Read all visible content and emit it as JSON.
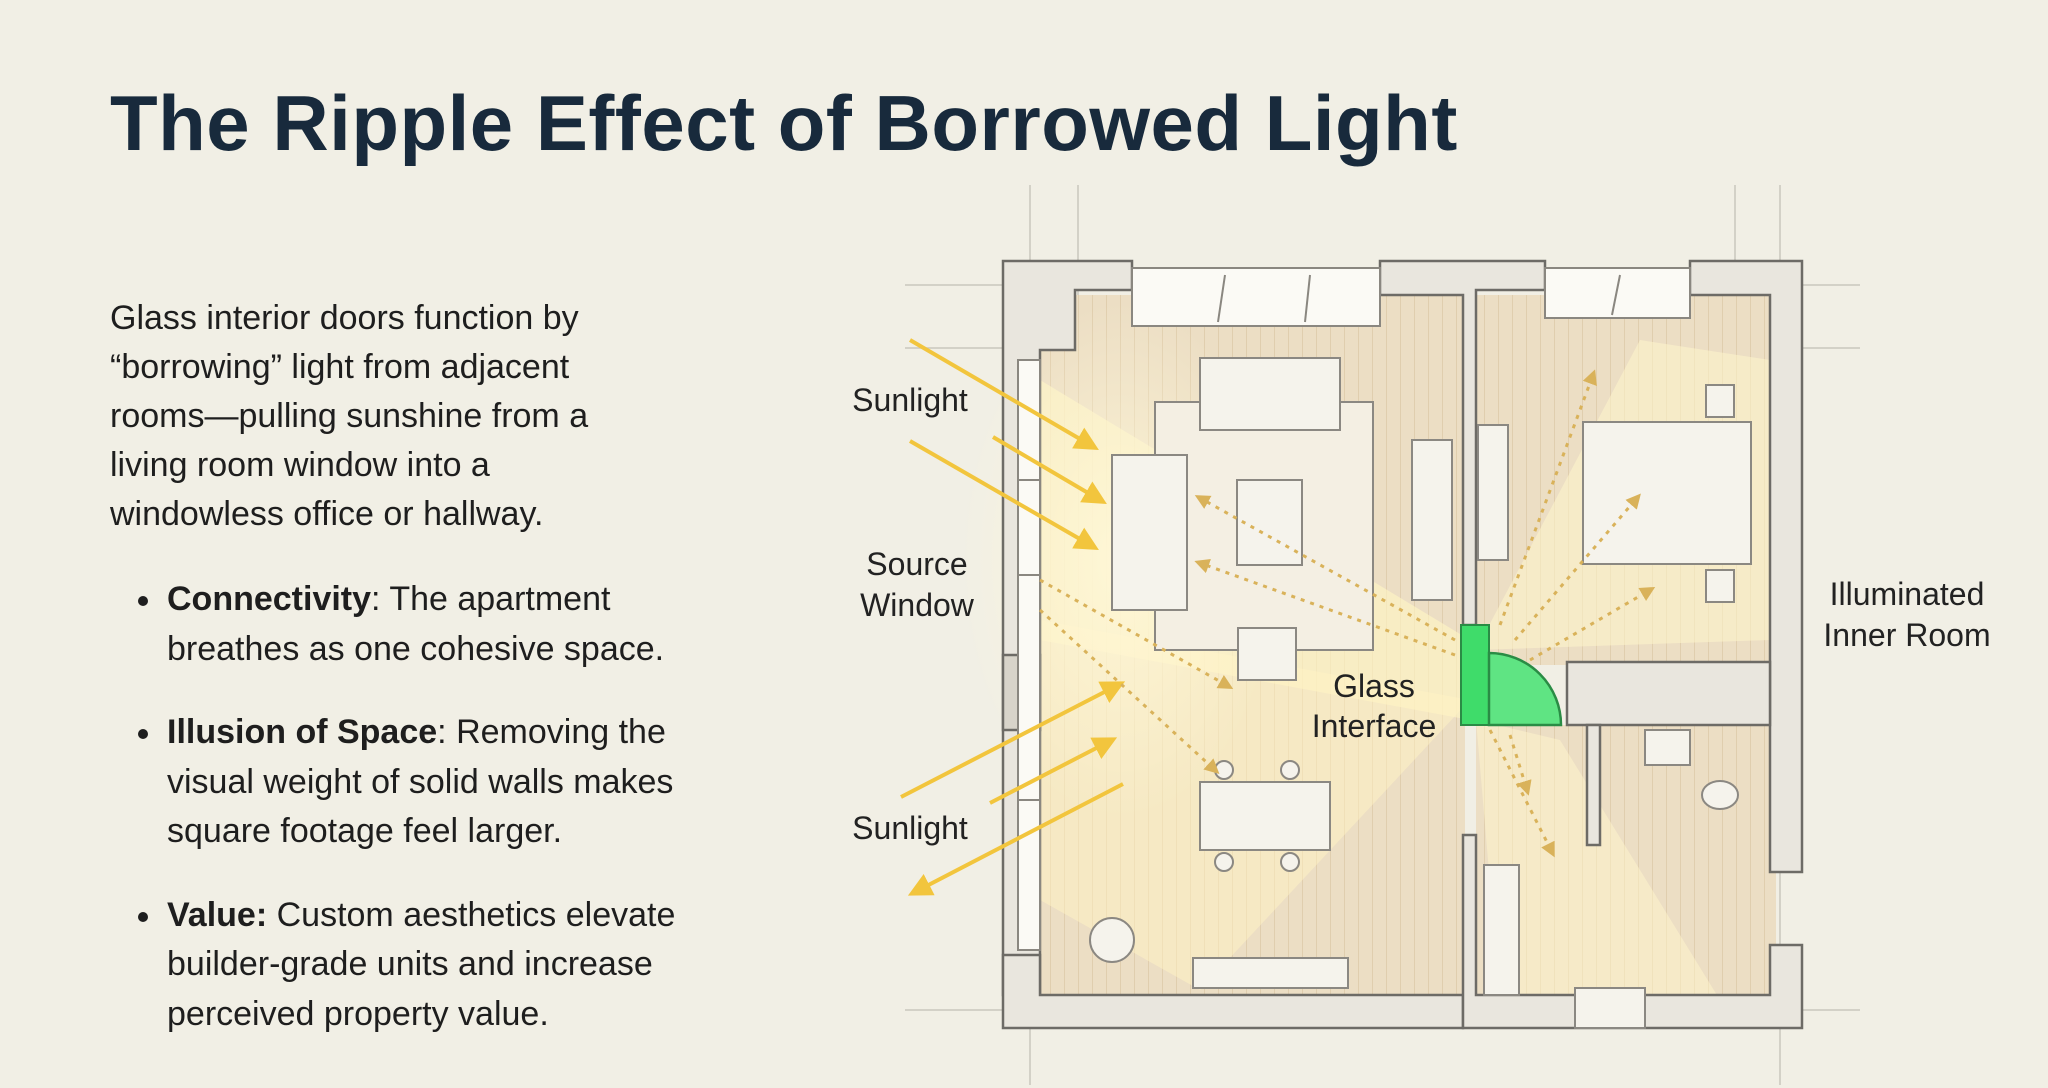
{
  "title": "The Ripple Effect of Borrowed Light",
  "intro": "Glass interior doors function by “borrowing” light from adjacent rooms—pulling sunshine from a living room window into a windowless office or hallway.",
  "bullets": [
    {
      "term": "Connectivity",
      "sep": ":",
      "text": " The apartment breathes as one cohesive space."
    },
    {
      "term": "Illusion of Space",
      "sep": ":",
      "text": " Removing the visual weight of solid walls makes square footage feel larger."
    },
    {
      "term": "Value:",
      "sep": "",
      "text": " Custom aesthetics elevate builder-grade units and increase perceived property value."
    }
  ],
  "diagram": {
    "labels": {
      "sunlight_top": "Sunlight",
      "source_window_1": "Source",
      "source_window_2": "Window",
      "glass_interface_1": "Glass",
      "glass_interface_2": "Interface",
      "sunlight_bottom": "Sunlight",
      "inner_room_1": "Illuminated",
      "inner_room_2": "Inner Room"
    },
    "colors": {
      "sunlight": "#f2c53d",
      "glass_door": "#3fdc6a",
      "floor": "#eadbc0",
      "wall": "#e9e6de",
      "title": "#182a3c"
    }
  }
}
